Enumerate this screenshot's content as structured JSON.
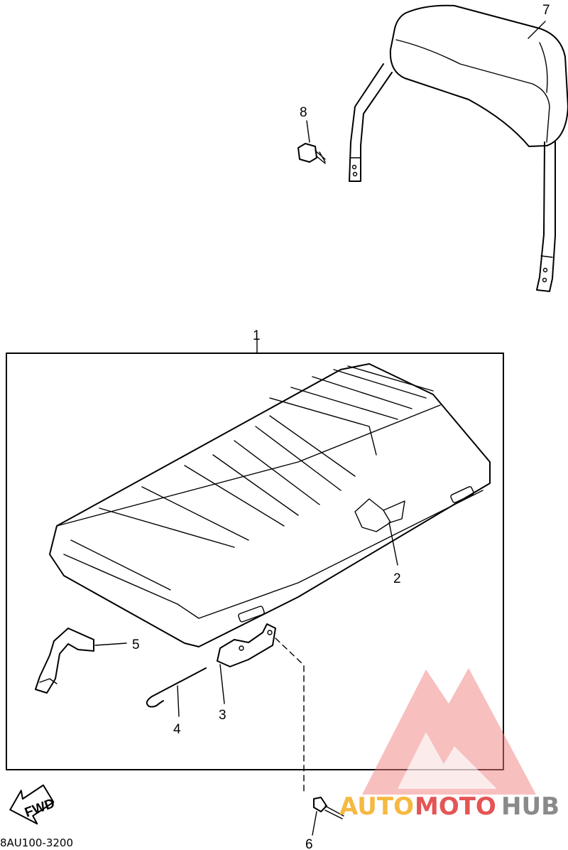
{
  "labels": {
    "p1": "1",
    "p2": "2",
    "p3": "3",
    "p4": "4",
    "p5": "5",
    "p6": "6",
    "p7": "7",
    "p8": "8"
  },
  "fwd_label": "FWD",
  "diagram_code": "8AU100-3200",
  "watermark": {
    "part1": "AUTO",
    "part2": "MOTO",
    "part3": "HUB",
    "colors": {
      "auto": "#f5b942",
      "moto": "#e45555",
      "hub": "#8a8a8a",
      "logo": "#f08080"
    }
  }
}
